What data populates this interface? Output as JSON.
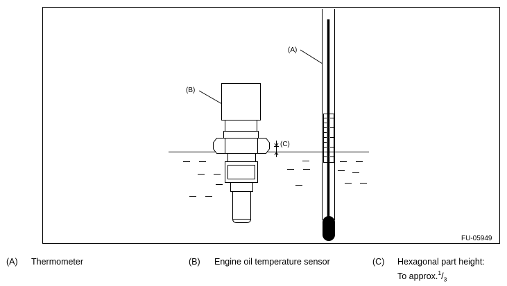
{
  "diagram": {
    "callouts": {
      "thermometer": "(A)",
      "sensor": "(B)",
      "height": "(C)"
    },
    "figure_code": "FU-05949"
  },
  "legend": [
    {
      "key": "(A)",
      "text": "Thermometer"
    },
    {
      "key": "(B)",
      "text": "Engine oil temperature sensor"
    },
    {
      "key": "(C)",
      "text_line1": "Hexagonal part height:",
      "text_line2_prefix": "To approx.",
      "fraction_num": "1",
      "fraction_den": "3"
    }
  ]
}
